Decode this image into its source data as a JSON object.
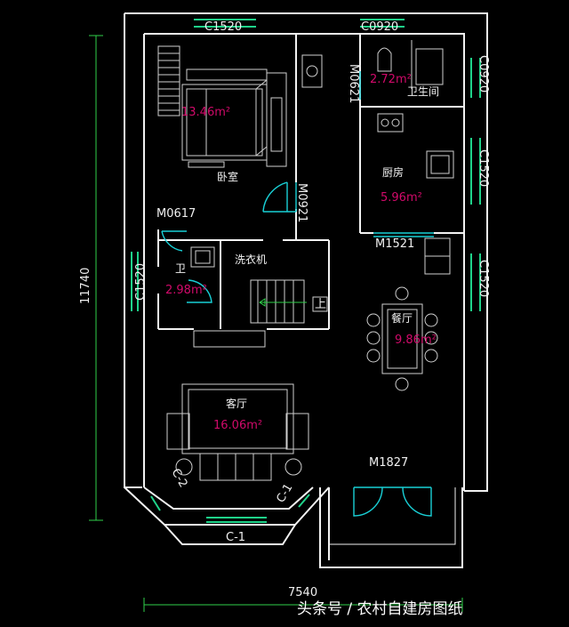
{
  "rooms": {
    "bedroom": {
      "name": "卧室",
      "area": "13.46m²"
    },
    "toilet_upper": {
      "name": "卫生间",
      "area": "2.72m²"
    },
    "kitchen": {
      "name": "厨房",
      "area": "5.96m²"
    },
    "bath_lower": {
      "name": "卫",
      "area": "2.98m²"
    },
    "laundry": {
      "name": "洗衣机"
    },
    "dining": {
      "name": "餐厅",
      "area": "9.86m²"
    },
    "living": {
      "name": "客厅",
      "area": "16.06m²"
    }
  },
  "labels": {
    "win_top_left": "C1520",
    "win_top_right": "C0920",
    "win_right_top": "C0920",
    "win_right_mid": "C1520",
    "win_right_low": "C1520",
    "win_left": "C1520",
    "win_bay": "C-1",
    "win_bay_left": "C-2",
    "win_bay_right": "C-1",
    "door_m0621": "M0621",
    "door_m0921": "M0921",
    "door_m0617": "M0617",
    "door_m1521": "M1521",
    "door_m1827": "M1827",
    "stair_up": "上"
  },
  "dimensions": {
    "total_height": "11740",
    "total_width": "7540"
  },
  "watermark": "头条号 / 农村自建房图纸",
  "colors": {
    "walls": "#f2f2f2",
    "windows": "#1fd38a",
    "doors": "#19d0d6",
    "area_text": "#d10a6a",
    "dimension_lines": "#2fd04a"
  }
}
